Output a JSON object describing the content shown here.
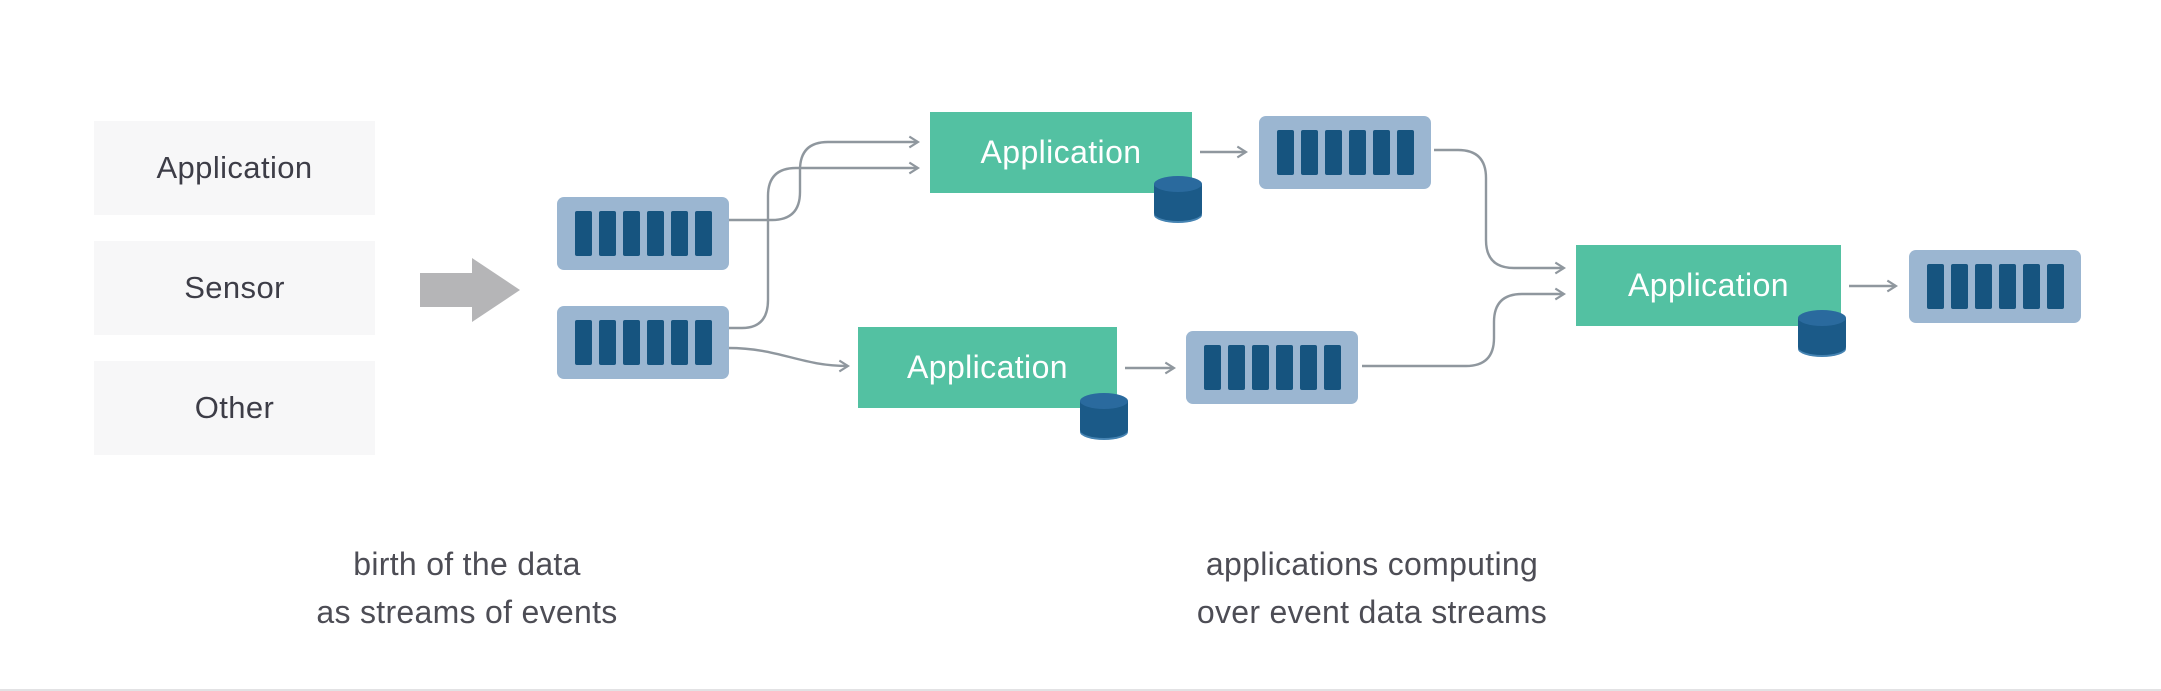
{
  "diagram": {
    "sources": [
      {
        "label": "Application"
      },
      {
        "label": "Sensor"
      },
      {
        "label": "Other"
      }
    ],
    "apps": [
      {
        "label": "Application"
      },
      {
        "label": "Application"
      },
      {
        "label": "Application"
      }
    ],
    "stream_icons": {
      "count": 5,
      "segments_per_icon": 6
    },
    "captions": {
      "left": {
        "line1": "birth of the data",
        "line2": "as streams of events"
      },
      "right": {
        "line1": "applications computing",
        "line2": "over event data streams"
      }
    },
    "colors": {
      "application_node": "#53c1a2",
      "application_text": "#ffffff",
      "source_box_background": "#f7f7f8",
      "source_text": "#3d3d47",
      "stream_icon_background": "#9bb6d1",
      "stream_segment": "#16547f",
      "state_cylinder_body": "#1b5a88",
      "state_cylinder_top": "#2a6a9e",
      "connector_arrow": "#8f979e",
      "big_arrow": "#b5b5b7",
      "caption_text": "#4d4d55",
      "page_background": "#ffffff"
    }
  }
}
